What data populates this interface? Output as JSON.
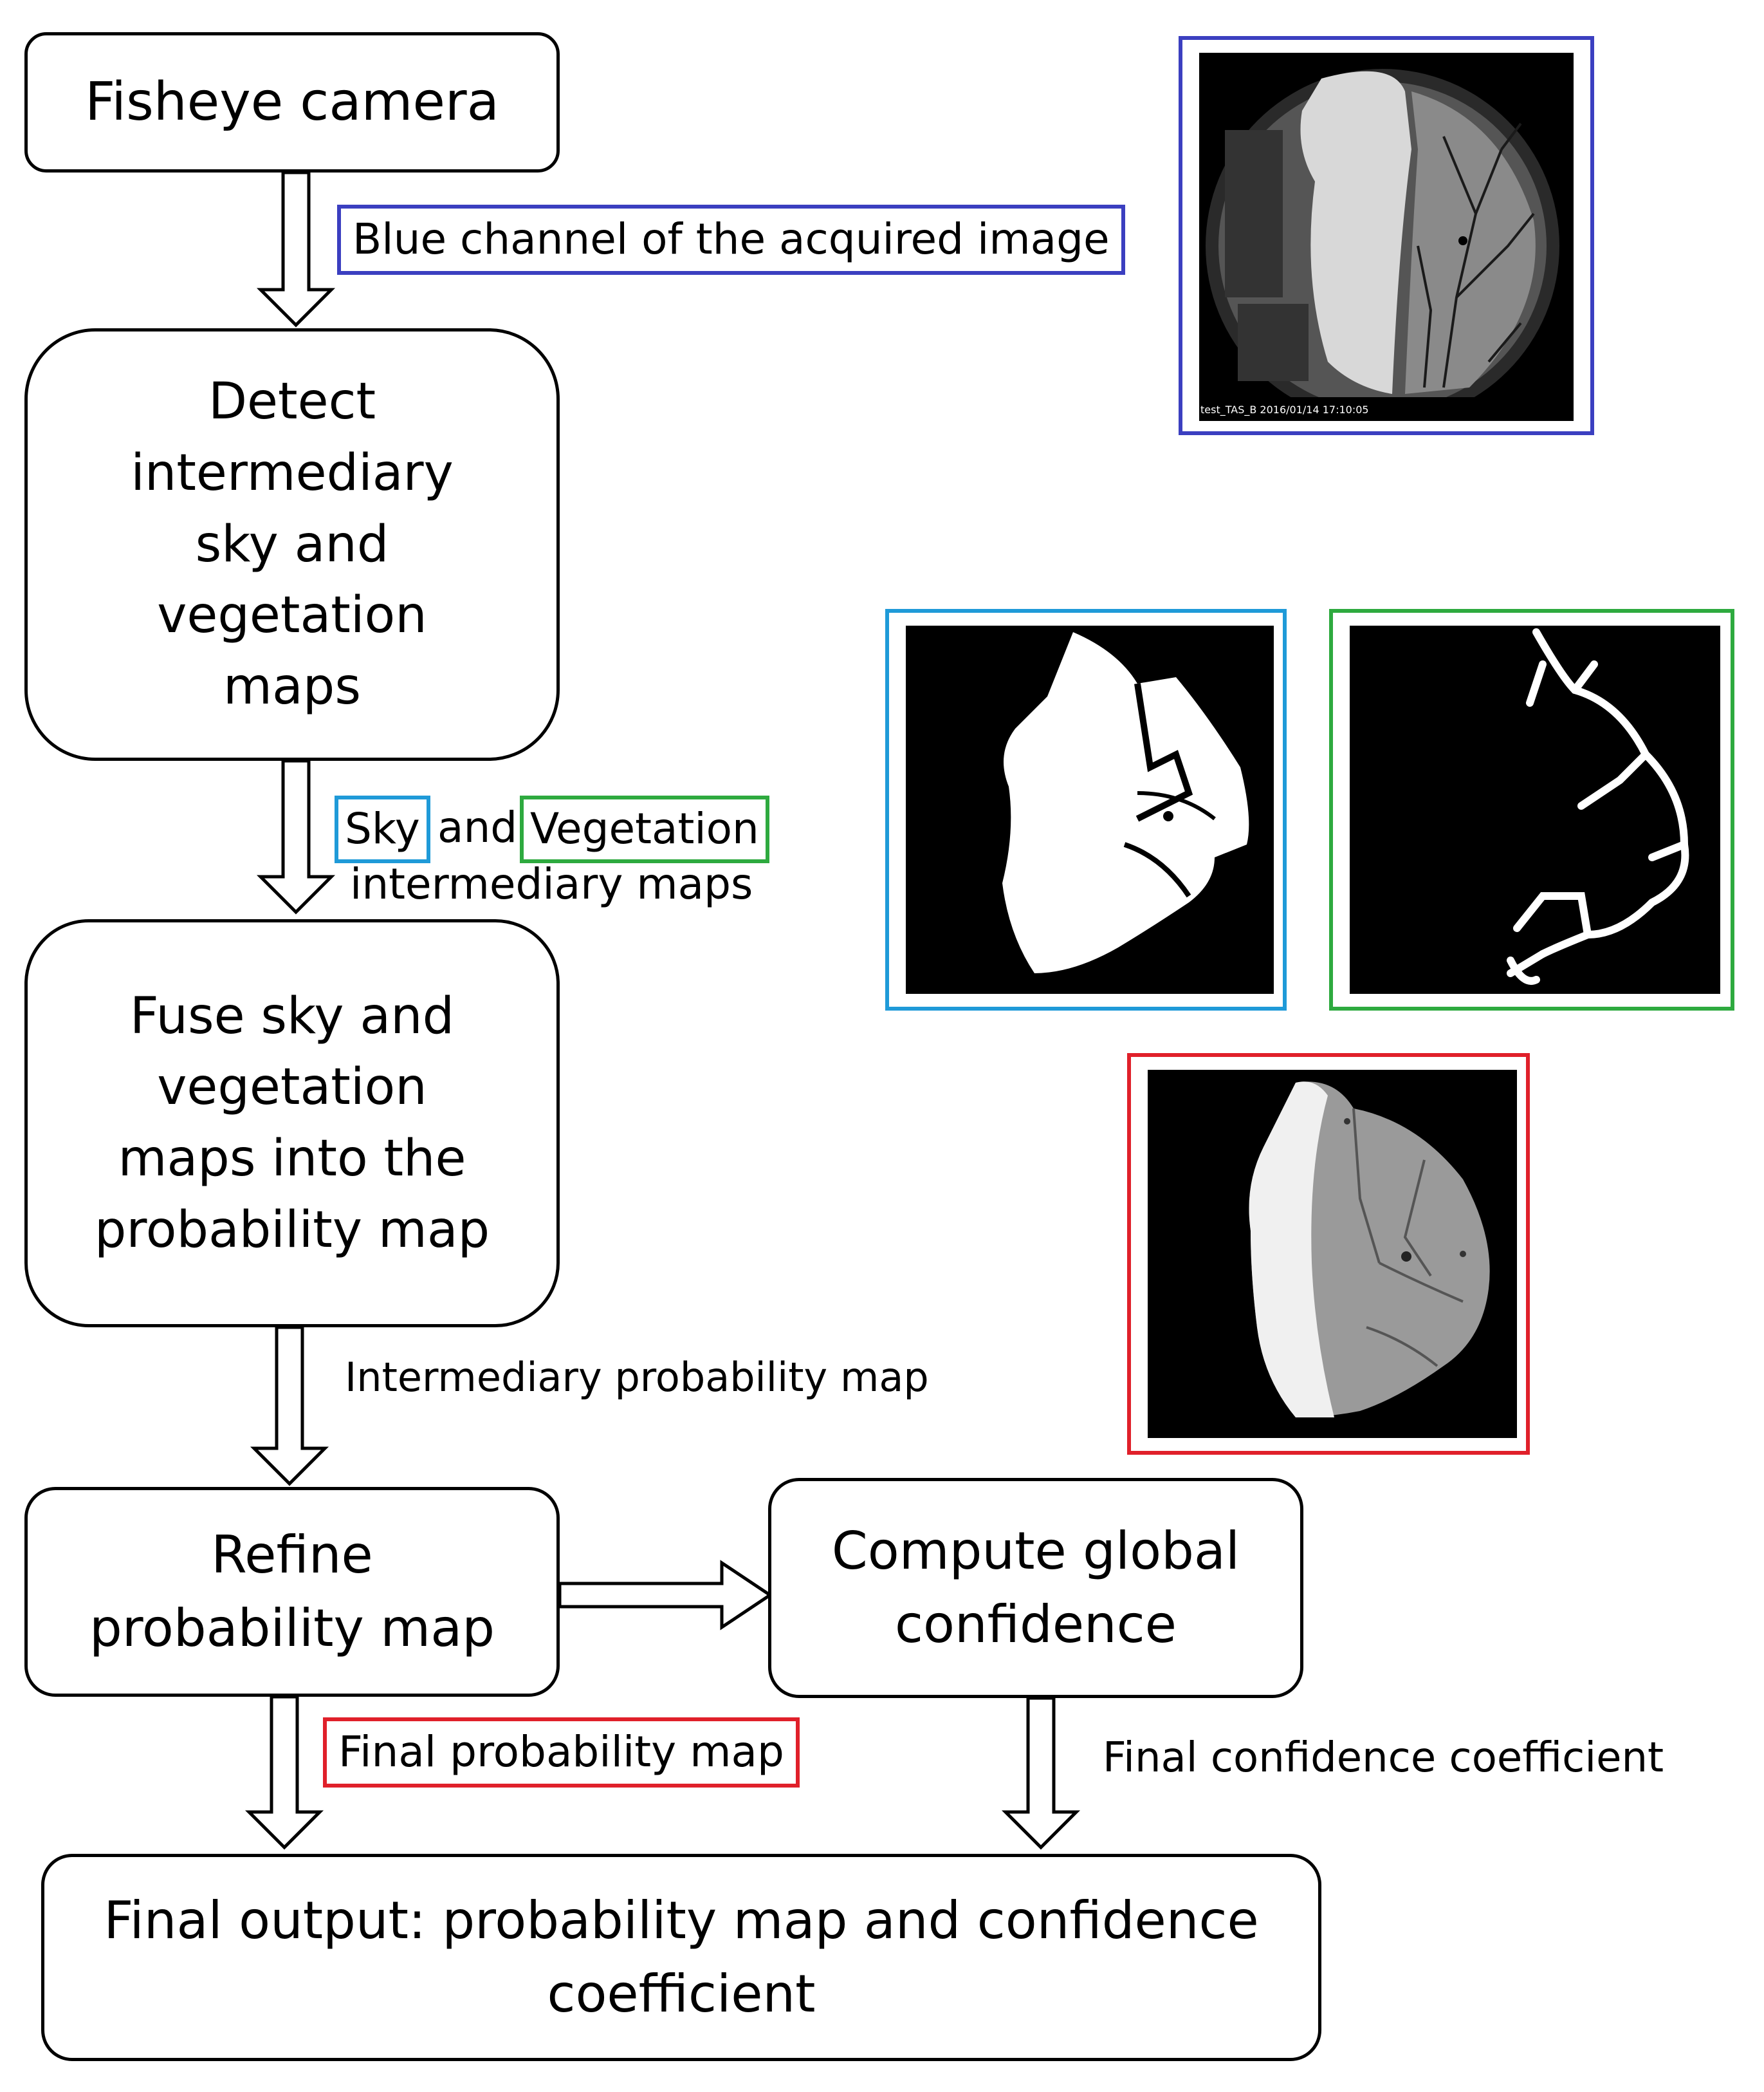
{
  "nodes": {
    "camera": "Fisheye camera",
    "detect": "Detect\nintermediary\nsky and\nvegetation\nmaps",
    "fuse": "Fuse sky and\nvegetation\nmaps into the\nprobability map",
    "refine": "Refine\nprobability map",
    "confidence": "Compute global\nconfidence",
    "output": "Final output: probability map and confidence\ncoefficient"
  },
  "edges": {
    "blue_channel": "Blue channel of the acquired image",
    "sky": "Sky",
    "and": "and",
    "vegetation": "Vegetation",
    "intermediary_maps": "intermediary maps",
    "intermediary_probability": "Intermediary probability map",
    "final_probability": "Final probability map",
    "final_confidence": "Final confidence coefficient"
  },
  "thumbnails": {
    "fisheye_caption": "test_TAS_B 2016/01/14 17:10:05"
  },
  "colors": {
    "blue_channel": "#3b3fc0",
    "sky": "#1f9ad8",
    "vegetation": "#2eaa3f",
    "final_probability": "#e0202a"
  }
}
